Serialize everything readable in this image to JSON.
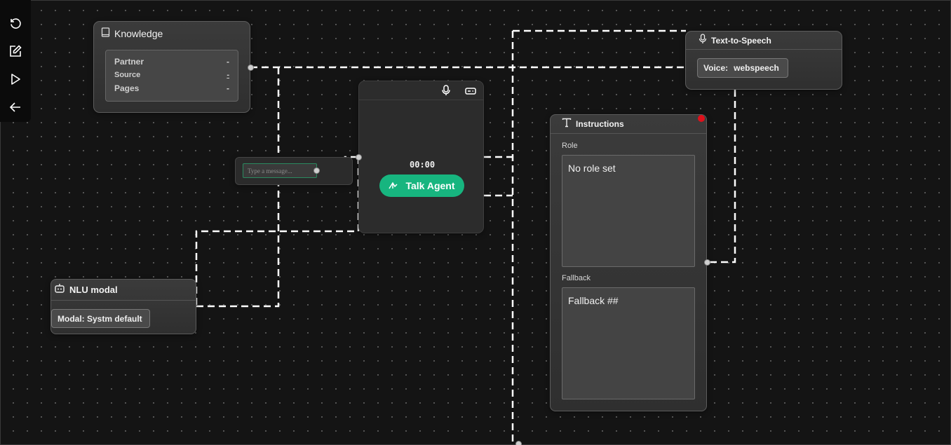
{
  "toolbar": {
    "icons": [
      "undo-icon",
      "edit-icon",
      "play-icon",
      "back-arrow-icon"
    ]
  },
  "knowledge": {
    "title": "Knowledge",
    "rows": [
      {
        "label": "Partner",
        "value": "-"
      },
      {
        "label": "Source",
        "value": "-"
      },
      {
        "label": "Pages",
        "value": "-"
      }
    ]
  },
  "message": {
    "placeholder": "Type a message..."
  },
  "agent": {
    "timer": "00:00",
    "talk_label": "Talk Agent"
  },
  "nlu": {
    "title": "NLU modal",
    "model_label": "Modal: Systm default"
  },
  "tts": {
    "title": "Text-to-Speech",
    "voice_label": "Voice:",
    "voice_value": "webspeech"
  },
  "instructions": {
    "title": "Instructions",
    "role_label": "Role",
    "role_value": "No role set",
    "fallback_label": "Fallback",
    "fallback_value": "Fallback ##"
  },
  "colors": {
    "accent": "#17b57f",
    "status_dot": "#e0101a"
  }
}
